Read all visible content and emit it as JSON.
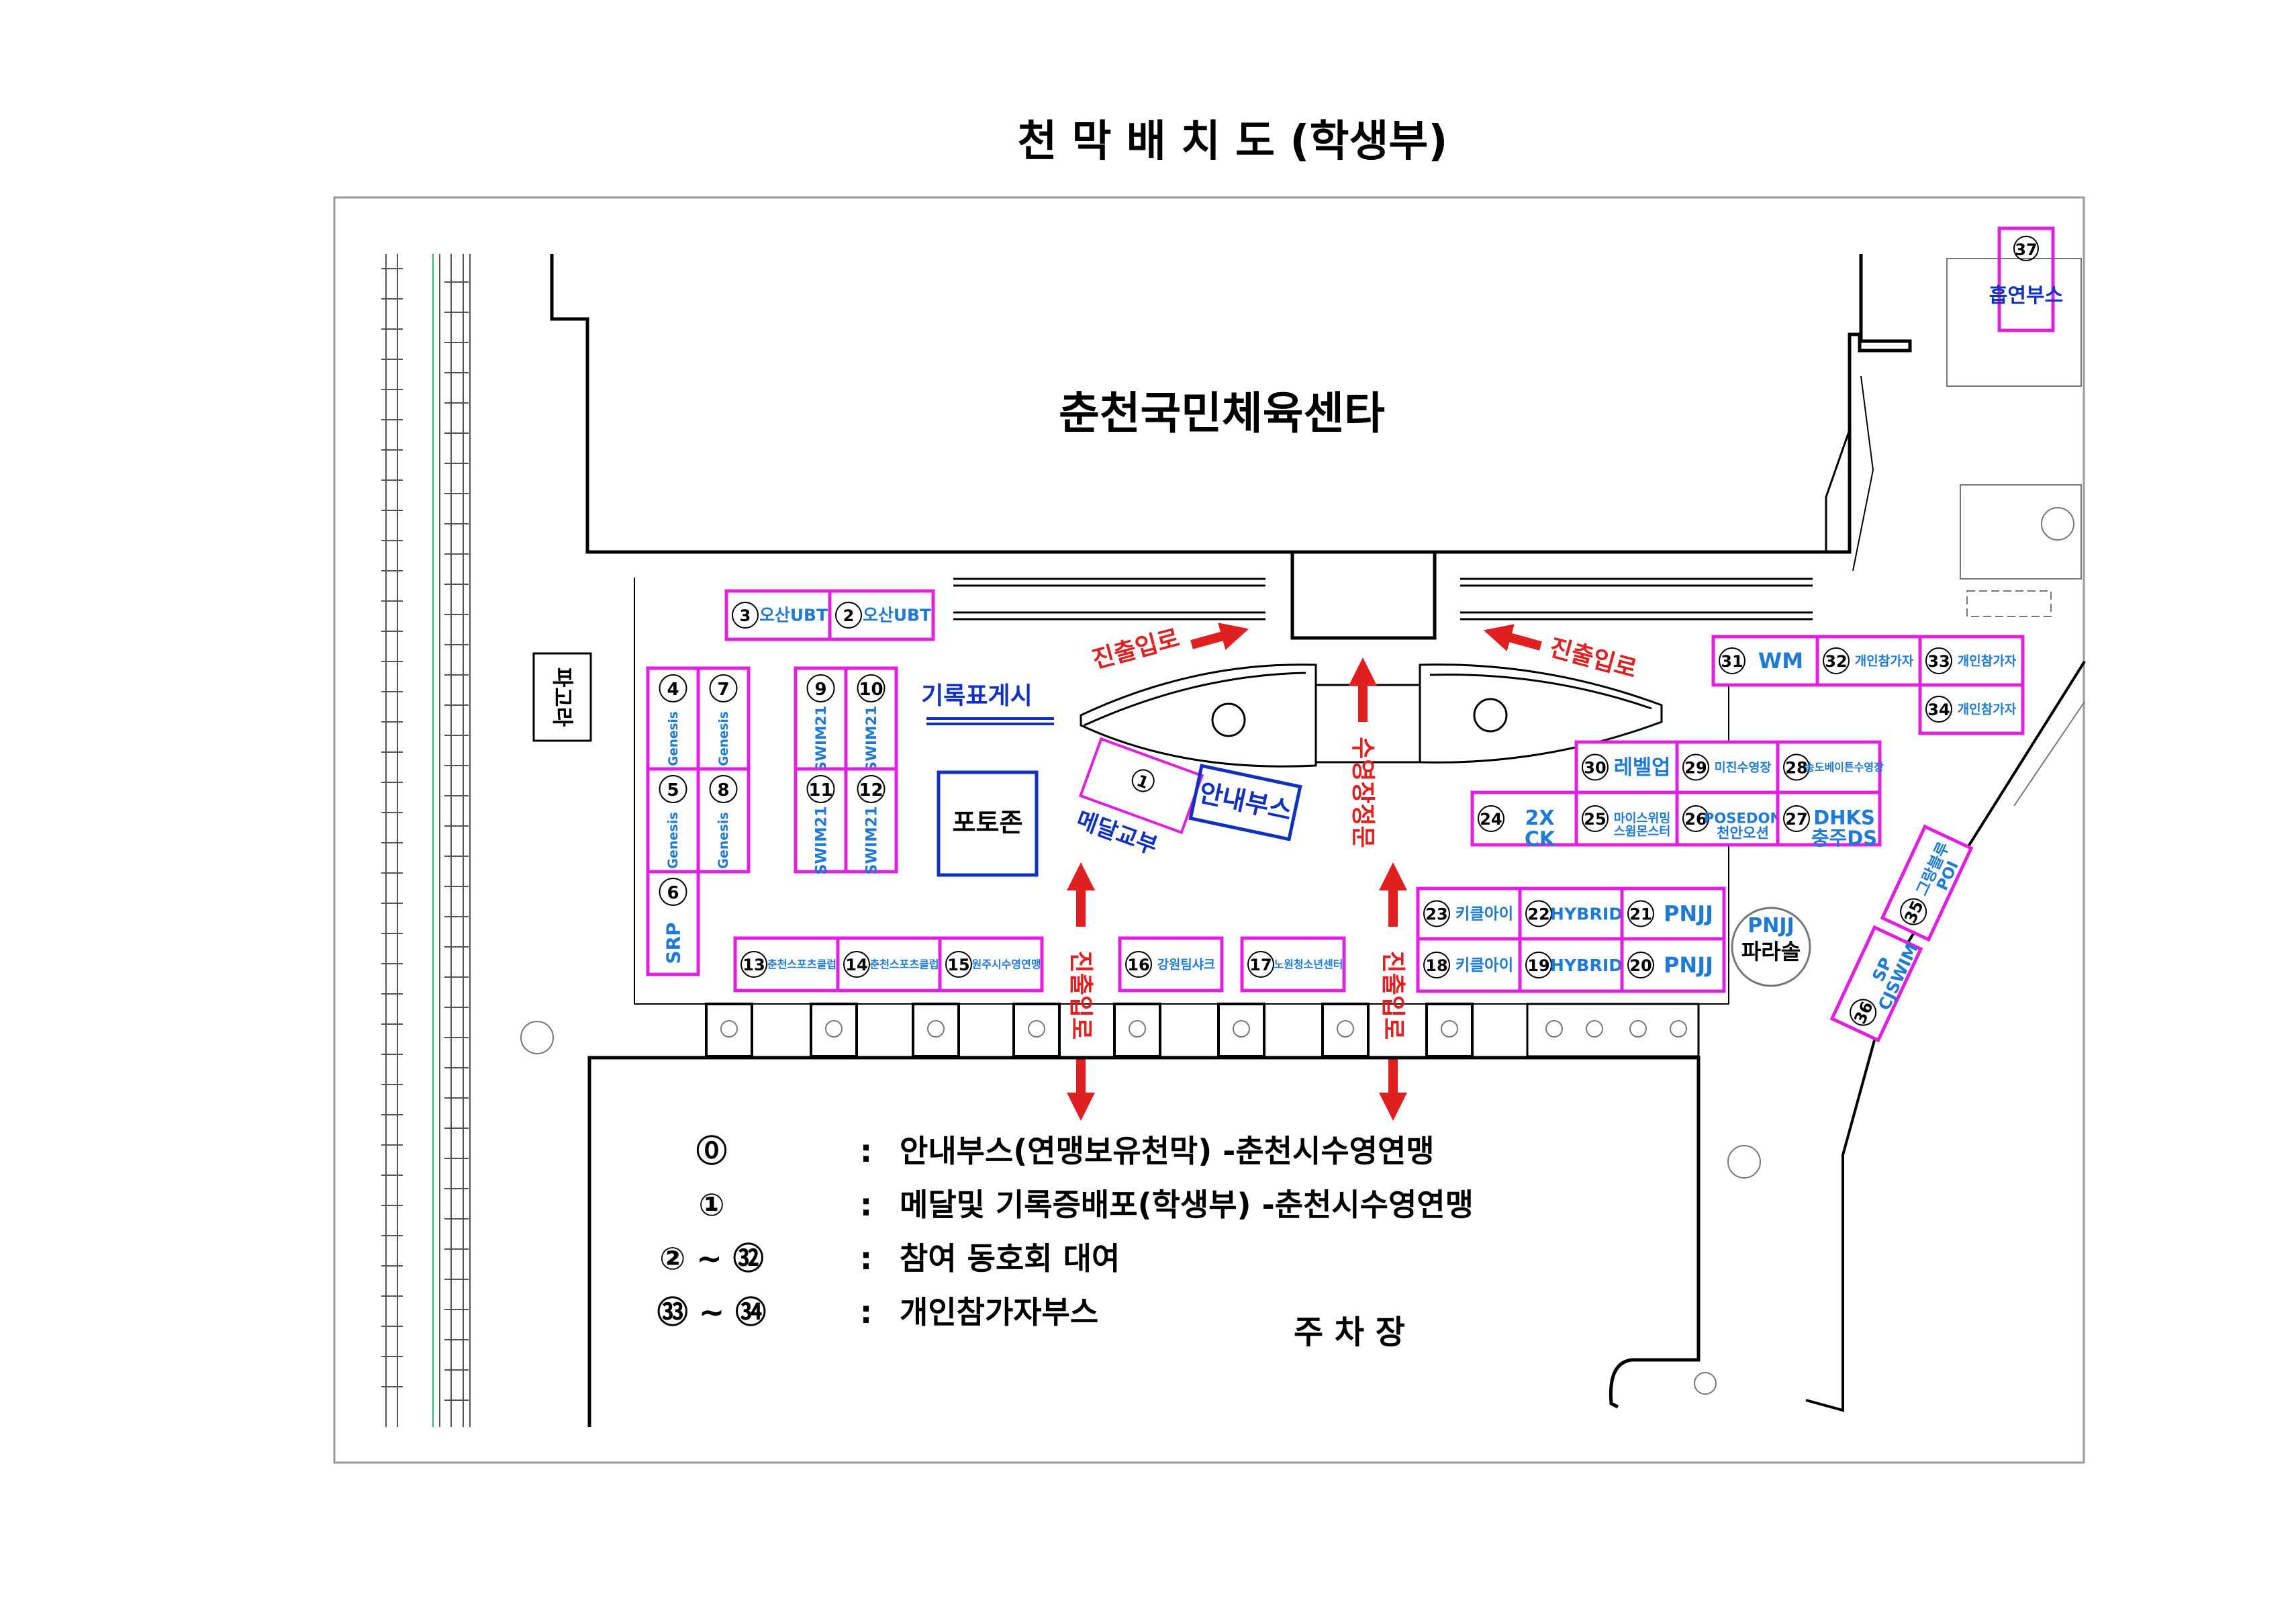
{
  "title": "천 막 배 치 도 (학생부)",
  "building": "춘천국민체육센타",
  "parking": "주 차 장",
  "bike": "파고라",
  "record_board": "기록표게시",
  "photo_zone": "포토존",
  "info_booth": "안내부스",
  "medal_booth": {
    "num": "1",
    "label": "메달교부"
  },
  "smoking_booth": {
    "num": "37",
    "label": "흡연부스"
  },
  "parasol": {
    "top": "PNJJ",
    "bottom": "파라솔"
  },
  "arrows": {
    "entrance_left": "진출입로",
    "entrance_right": "진출입로",
    "main_gate": "수영장정문",
    "exit_left": "진출입로",
    "exit_right": "진출입로"
  },
  "booths": [
    {
      "num": "3",
      "name": "오산UBT"
    },
    {
      "num": "2",
      "name": "오산UBT"
    },
    {
      "num": "4",
      "name": "Genesis"
    },
    {
      "num": "7",
      "name": "Genesis"
    },
    {
      "num": "5",
      "name": "Genesis"
    },
    {
      "num": "8",
      "name": "Genesis"
    },
    {
      "num": "6",
      "name": "SRP"
    },
    {
      "num": "9",
      "name": "SWIM21"
    },
    {
      "num": "10",
      "name": "SWIM21"
    },
    {
      "num": "11",
      "name": "SWIM21"
    },
    {
      "num": "12",
      "name": "SWIM21"
    },
    {
      "num": "13",
      "name": "춘천스포츠클럽"
    },
    {
      "num": "14",
      "name": "춘천스포츠클럽"
    },
    {
      "num": "15",
      "name": "원주시수영연맹"
    },
    {
      "num": "16",
      "name": "강원팀샤크"
    },
    {
      "num": "17",
      "name": "노원청소년센터"
    },
    {
      "num": "23",
      "name": "키클아이"
    },
    {
      "num": "22",
      "name": "HYBRID"
    },
    {
      "num": "21",
      "name": "PNJJ"
    },
    {
      "num": "18",
      "name": "키클아이"
    },
    {
      "num": "19",
      "name": "HYBRID"
    },
    {
      "num": "20",
      "name": "PNJJ"
    },
    {
      "num": "30",
      "name": "레벨업"
    },
    {
      "num": "29",
      "name": "미진수영장"
    },
    {
      "num": "28",
      "name": "송도베이튼수영장"
    },
    {
      "num": "24",
      "name": "2X CK"
    },
    {
      "num": "25",
      "name": "마이스위밍 스윔몬스터"
    },
    {
      "num": "26",
      "name": "POSEDON 천안오션"
    },
    {
      "num": "27",
      "name": "DHKS 충주DS"
    },
    {
      "num": "31",
      "name": "WM"
    },
    {
      "num": "32",
      "name": "개인참가자"
    },
    {
      "num": "33",
      "name": "개인참가자"
    },
    {
      "num": "34",
      "name": "개인참가자"
    },
    {
      "num": "35",
      "name": "그랑블루 POI"
    },
    {
      "num": "36",
      "name": "SP CJSWIM"
    }
  ],
  "legend": [
    {
      "key": "⓪",
      "sep": ":",
      "text": "안내부스(연맹보유천막) -춘천시수영연맹"
    },
    {
      "key": "①",
      "sep": ":",
      "text": "메달및 기록증배포(학생부) -춘천시수영연맹"
    },
    {
      "key": "② ~ ㉜",
      "sep": ":",
      "text": "참여 동호회 대여"
    },
    {
      "key": "㉝ ~ ㉞",
      "sep": ":",
      "text": "개인참가자부스"
    }
  ]
}
